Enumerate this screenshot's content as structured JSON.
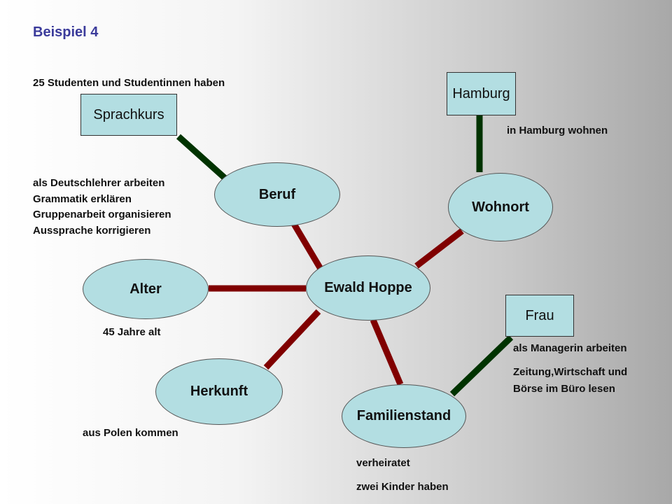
{
  "title": "Beispiel 4",
  "center": "Ewald Hoppe",
  "nodes": {
    "beruf": "Beruf",
    "wohnort": "Wohnort",
    "alter": "Alter",
    "herkunft": "Herkunft",
    "familienstand": "Familienstand"
  },
  "boxes": {
    "sprachkurs": "Sprachkurs",
    "hamburg": "Hamburg",
    "frau": "Frau"
  },
  "notes": {
    "sprachkurs": "25 Studenten und Studentinnen haben",
    "beruf": [
      "als Deutschlehrer arbeiten",
      "Grammatik erklären",
      "Gruppenarbeit organisieren",
      "Aussprache korrigieren"
    ],
    "hamburg": "in Hamburg wohnen",
    "alter": "45 Jahre alt",
    "herkunft": "aus Polen kommen",
    "familienstand": [
      "verheiratet",
      "zwei Kinder haben"
    ],
    "frau": [
      "als Managerin arbeiten",
      "Zeitung,Wirtschaft und",
      "Börse im Büro lesen"
    ]
  },
  "colors": {
    "primary_link": "#800000",
    "secondary_link": "#003300",
    "node_fill": "#b3dee2",
    "title": "#3b3b9b"
  }
}
